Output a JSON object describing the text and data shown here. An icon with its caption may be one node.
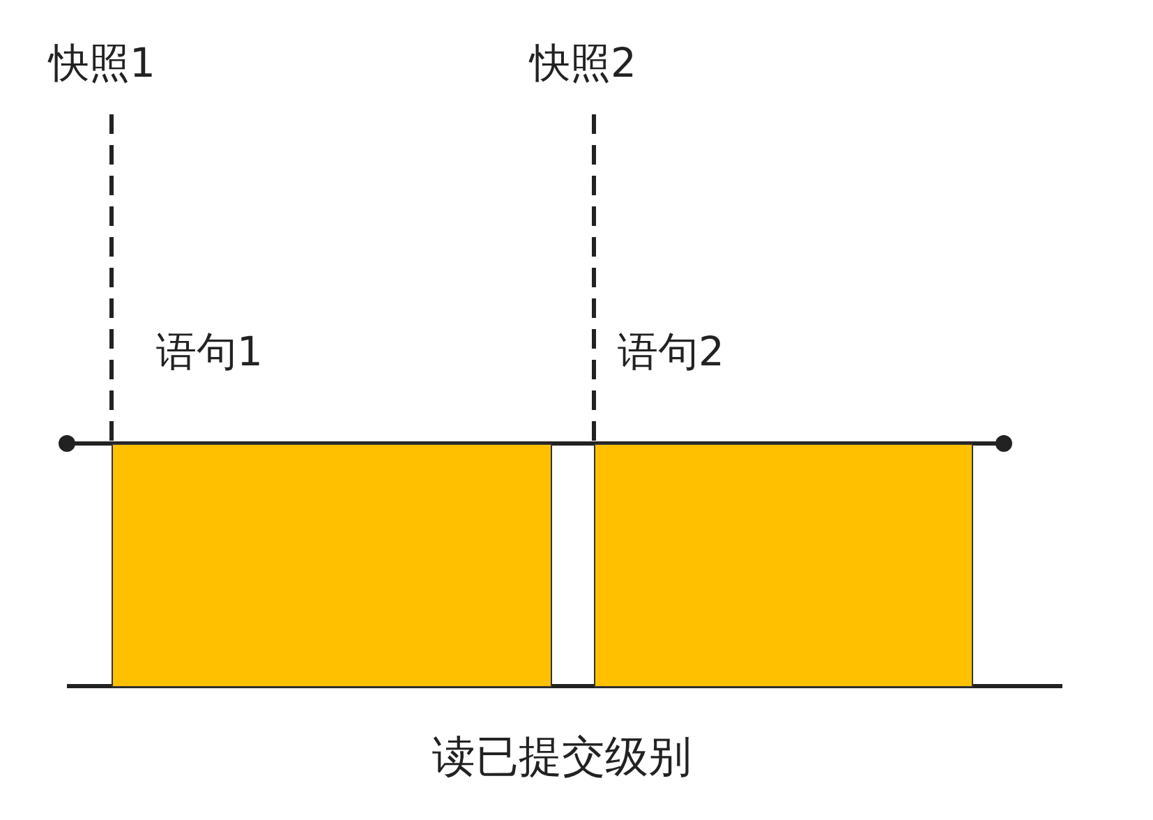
{
  "diagram": {
    "caption": "读已提交级别",
    "nodes": [
      {
        "text": [
          "语句1"
        ]
      },
      {
        "text": [
          "语句2"
        ]
      }
    ],
    "labels": [
      "快照1",
      "快照2"
    ]
  }
}
